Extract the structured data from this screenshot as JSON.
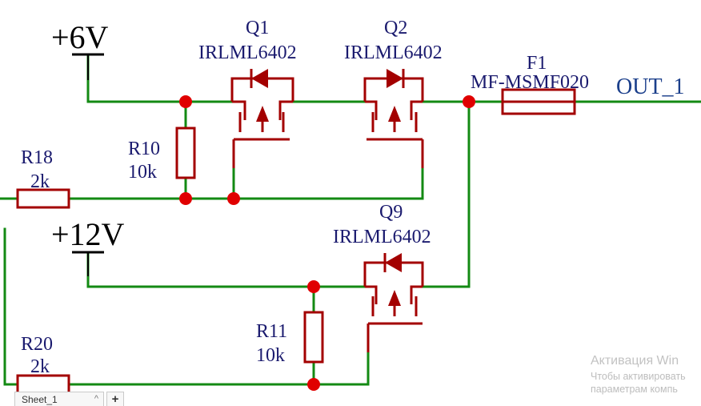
{
  "power": {
    "v6": "+6V",
    "v12": "+12V"
  },
  "components": {
    "q1": {
      "ref": "Q1",
      "part": "IRLML6402"
    },
    "q2": {
      "ref": "Q2",
      "part": "IRLML6402"
    },
    "q9": {
      "ref": "Q9",
      "part": "IRLML6402"
    },
    "f1": {
      "ref": "F1",
      "part": "MF-MSMF020"
    },
    "r10": {
      "ref": "R10",
      "value": "10k"
    },
    "r11": {
      "ref": "R11",
      "value": "10k"
    },
    "r18": {
      "ref": "R18",
      "value": "2k"
    },
    "r20": {
      "ref": "R20",
      "value": "2k"
    }
  },
  "net_label_out": "OUT_1",
  "watermark": {
    "line1": "Активация Win",
    "line2": "Чтобы активировать",
    "line3": "параметрам компь"
  },
  "sheet_tab": {
    "name": "Sheet_1",
    "caret": "^",
    "add": "+"
  },
  "colors": {
    "wire": "#138a13",
    "component": "#a30000",
    "junction": "#e00000",
    "power": "#000000",
    "text": "#1a1a6e"
  }
}
